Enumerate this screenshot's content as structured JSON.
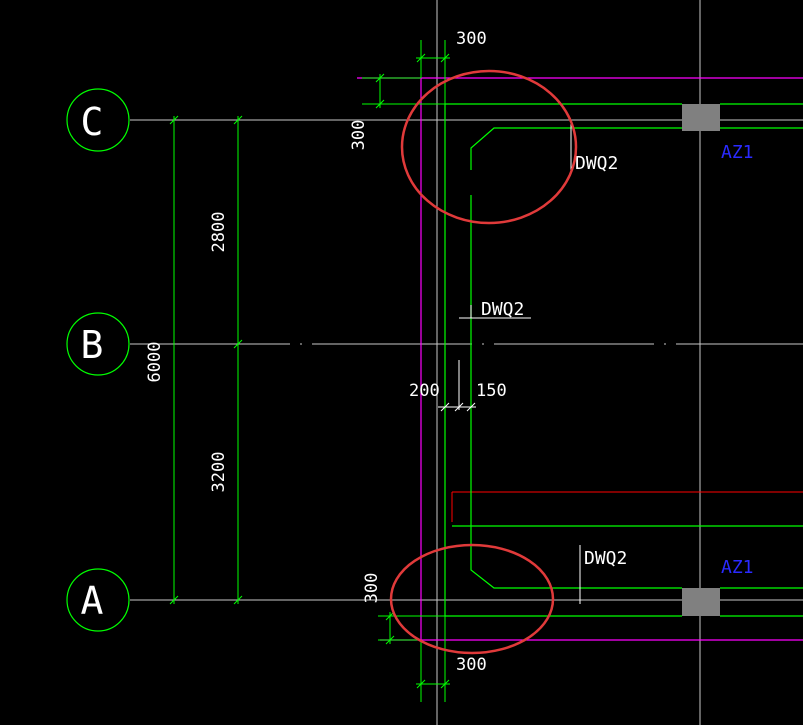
{
  "colors": {
    "background": "#000000",
    "grid_line": "#c8c8c8",
    "wall_line": "#00ff00",
    "dimension_text": "#ffffff",
    "boundary": "#ff00ff",
    "red_line": "#ff0000",
    "highlight_circle": "#e03a3a",
    "column_fill": "#808080",
    "column_label": "#2a2aff"
  },
  "axes": {
    "C": "C",
    "B": "B",
    "A": "A"
  },
  "dimensions": {
    "total": "6000",
    "upper": "2800",
    "lower": "3200",
    "top_offset_h": "300",
    "top_offset_v": "300",
    "bottom_offset_v": "300",
    "bottom_offset_h": "300",
    "wall_left": "200",
    "wall_right": "150"
  },
  "labels": {
    "wall_top": "DWQ2",
    "wall_mid": "DWQ2",
    "wall_bottom": "DWQ2",
    "column_top": "AZ1",
    "column_bottom": "AZ1"
  }
}
